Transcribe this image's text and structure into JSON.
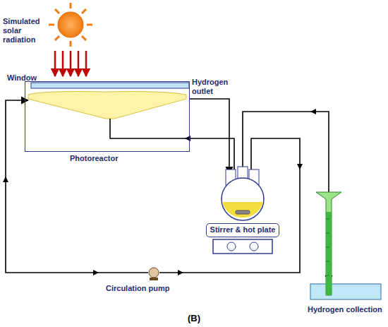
{
  "diagram": {
    "caption": "(B)",
    "nodes": [
      {
        "text": [
          "Photoreactor"
        ]
      },
      {
        "text": [
          "Stirrer & hot plate"
        ]
      }
    ],
    "labels": [
      "Simulated solar radiation",
      "Window",
      "Hydrogen outlet",
      "Circulation pump",
      "Hydrogen collection"
    ]
  }
}
